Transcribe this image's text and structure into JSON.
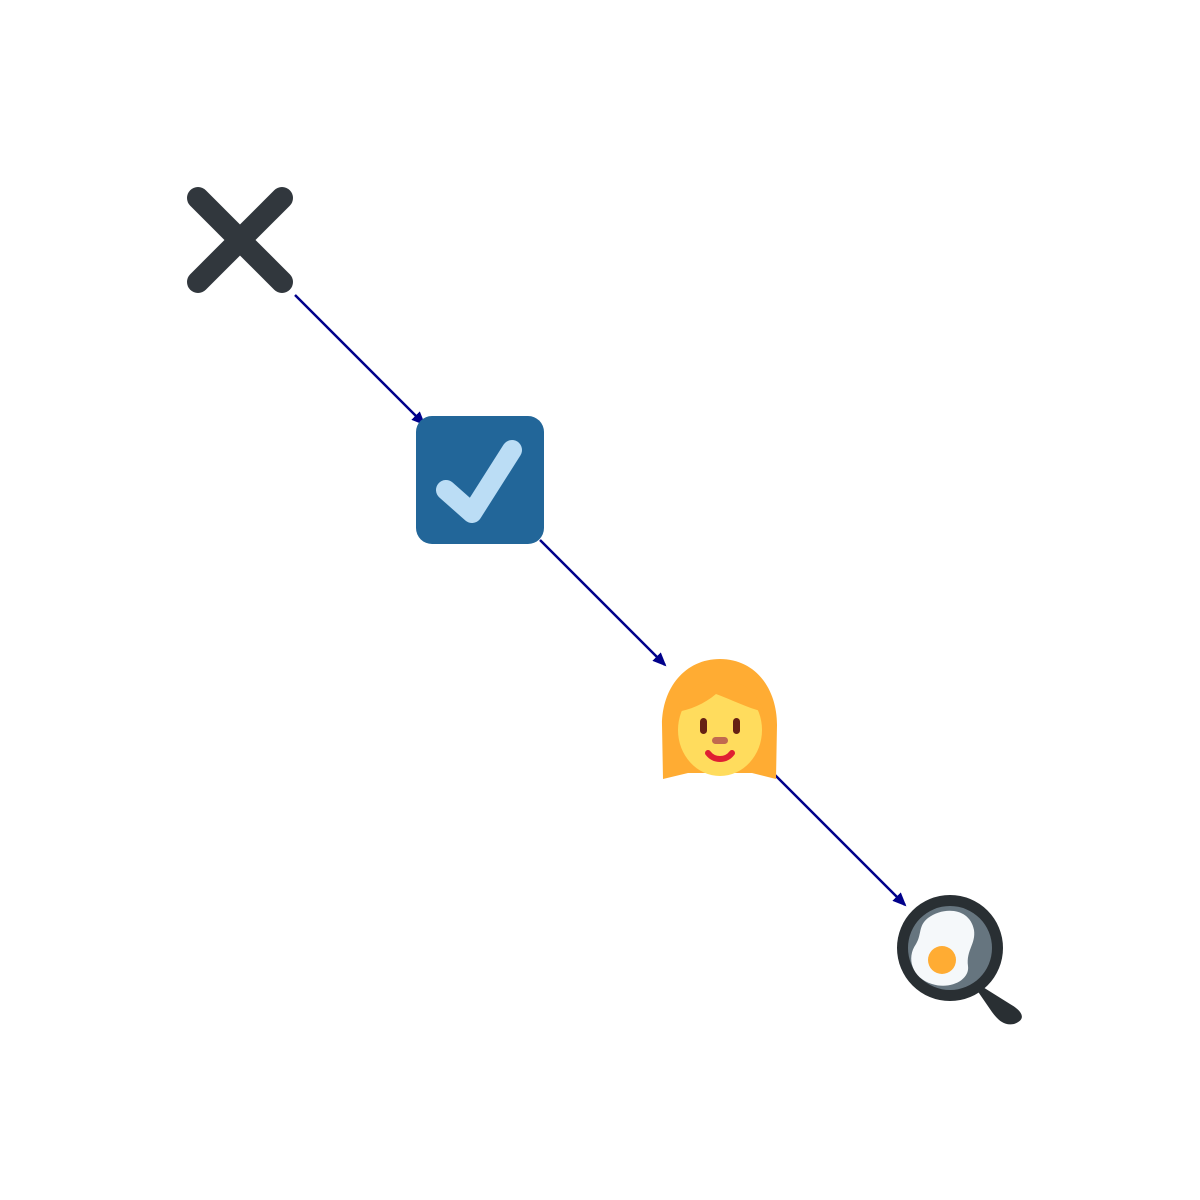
{
  "diagram": {
    "type": "flow",
    "nodes": [
      {
        "id": "cross",
        "icon": "cross-mark-icon"
      },
      {
        "id": "check",
        "icon": "check-box-icon"
      },
      {
        "id": "woman",
        "icon": "woman-face-icon"
      },
      {
        "id": "cooking",
        "icon": "frying-pan-egg-icon"
      }
    ],
    "edges": [
      {
        "from": "cross",
        "to": "check"
      },
      {
        "from": "check",
        "to": "woman"
      },
      {
        "from": "woman",
        "to": "cooking"
      }
    ],
    "colors": {
      "arrow": "#00008b",
      "cross": "#31373d",
      "check_box": "#226699",
      "check_mark": "#bbddf5",
      "hair": "#ffac33",
      "face": "#ffdc5d",
      "pan": "#292f33",
      "egg_white": "#f5f8fa",
      "yolk": "#ffac33"
    }
  }
}
